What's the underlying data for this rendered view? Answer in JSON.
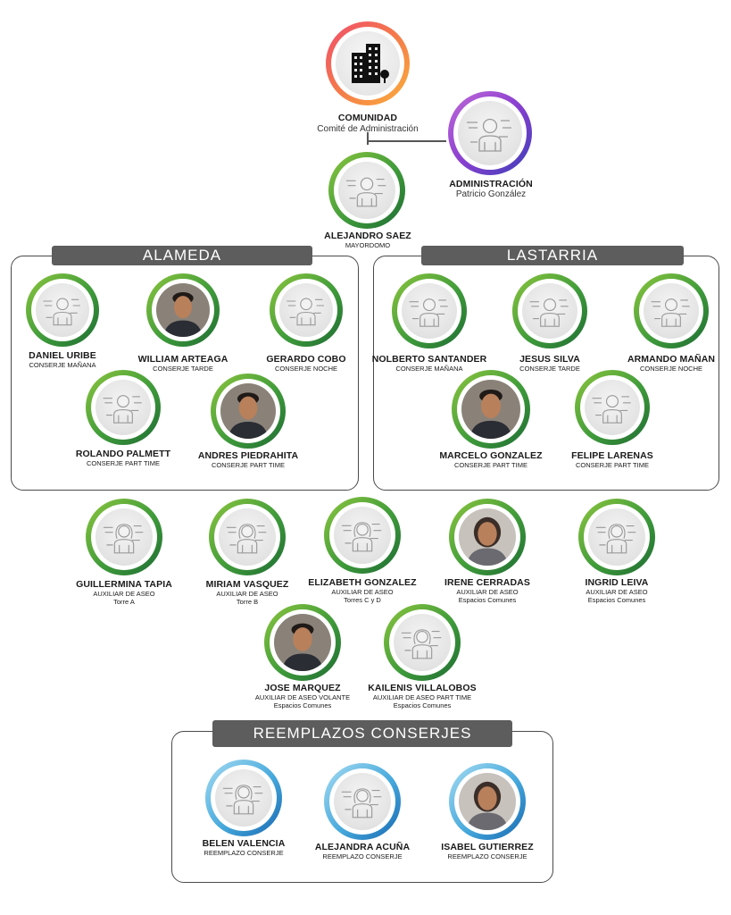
{
  "top": {
    "comunidad": {
      "name": "COMUNIDAD",
      "sub": "Comité de Administración"
    },
    "administracion": {
      "name": "ADMINISTRACIÓN",
      "sub": "Patricio González"
    },
    "mayordomo": {
      "name": "ALEJANDRO SAEZ",
      "role": "MAYORDOMO"
    }
  },
  "sections": {
    "alameda": {
      "title": "ALAMEDA"
    },
    "lastarria": {
      "title": "LASTARRIA"
    },
    "reemplazos": {
      "title": "REEMPLAZOS CONSERJES"
    }
  },
  "alameda": [
    {
      "name": "DANIEL URIBE",
      "role": "CONSERJE MAÑANA",
      "avatar": "placeholder-male-icon"
    },
    {
      "name": "WILLIAM ARTEAGA",
      "role": "CONSERJE TARDE",
      "avatar": "photo"
    },
    {
      "name": "GERARDO COBO",
      "role": "CONSERJE NOCHE",
      "avatar": "placeholder-male-icon"
    },
    {
      "name": "ROLANDO PALMETT",
      "role": "CONSERJE PART TIME",
      "avatar": "placeholder-male-icon"
    },
    {
      "name": "ANDRES PIEDRAHITA",
      "role": "CONSERJE PART TIME",
      "avatar": "photo"
    }
  ],
  "lastarria": [
    {
      "name": "NOLBERTO SANTANDER",
      "role": "CONSERJE MAÑANA",
      "avatar": "placeholder-male-icon"
    },
    {
      "name": "JESUS SILVA",
      "role": "CONSERJE TARDE",
      "avatar": "placeholder-male-icon"
    },
    {
      "name": "ARMANDO MAÑAN",
      "role": "CONSERJE NOCHE",
      "avatar": "placeholder-male-icon"
    },
    {
      "name": "MARCELO GONZALEZ",
      "role": "CONSERJE PART TIME",
      "avatar": "photo"
    },
    {
      "name": "FELIPE LARENAS",
      "role": "CONSERJE PART TIME",
      "avatar": "placeholder-male-icon"
    }
  ],
  "aseo": [
    {
      "name": "GUILLERMINA TAPIA",
      "role": "AUXILIAR DE ASEO",
      "sub": "Torre A",
      "avatar": "placeholder-female-icon"
    },
    {
      "name": "MIRIAM VASQUEZ",
      "role": "AUXILIAR DE ASEO",
      "sub": "Torre B",
      "avatar": "placeholder-female-icon"
    },
    {
      "name": "ELIZABETH GONZALEZ",
      "role": "AUXILIAR DE ASEO",
      "sub": "Torres C y D",
      "avatar": "placeholder-female-icon"
    },
    {
      "name": "IRENE CERRADAS",
      "role": "AUXILIAR DE ASEO",
      "sub": "Espacios Comunes",
      "avatar": "photo"
    },
    {
      "name": "INGRID LEIVA",
      "role": "AUXILIAR DE ASEO",
      "sub": "Espacios Comunes",
      "avatar": "placeholder-female-icon"
    },
    {
      "name": "JOSE MARQUEZ",
      "role": "AUXILIAR DE ASEO VOLANTE",
      "sub": "Espacios Comunes",
      "avatar": "photo"
    },
    {
      "name": "KAILENIS VILLALOBOS",
      "role": "AUXILIAR DE ASEO PART TIME",
      "sub": "Espacios Comunes",
      "avatar": "placeholder-female-icon"
    }
  ],
  "reemplazos": [
    {
      "name": "BELEN VALENCIA",
      "role": "REEMPLAZO CONSERJE",
      "avatar": "placeholder-female-icon"
    },
    {
      "name": "ALEJANDRA ACUÑA",
      "role": "REEMPLAZO CONSERJE",
      "avatar": "placeholder-female-icon"
    },
    {
      "name": "ISABEL GUTIERREZ",
      "role": "REEMPLAZO CONSERJE",
      "avatar": "photo"
    }
  ]
}
